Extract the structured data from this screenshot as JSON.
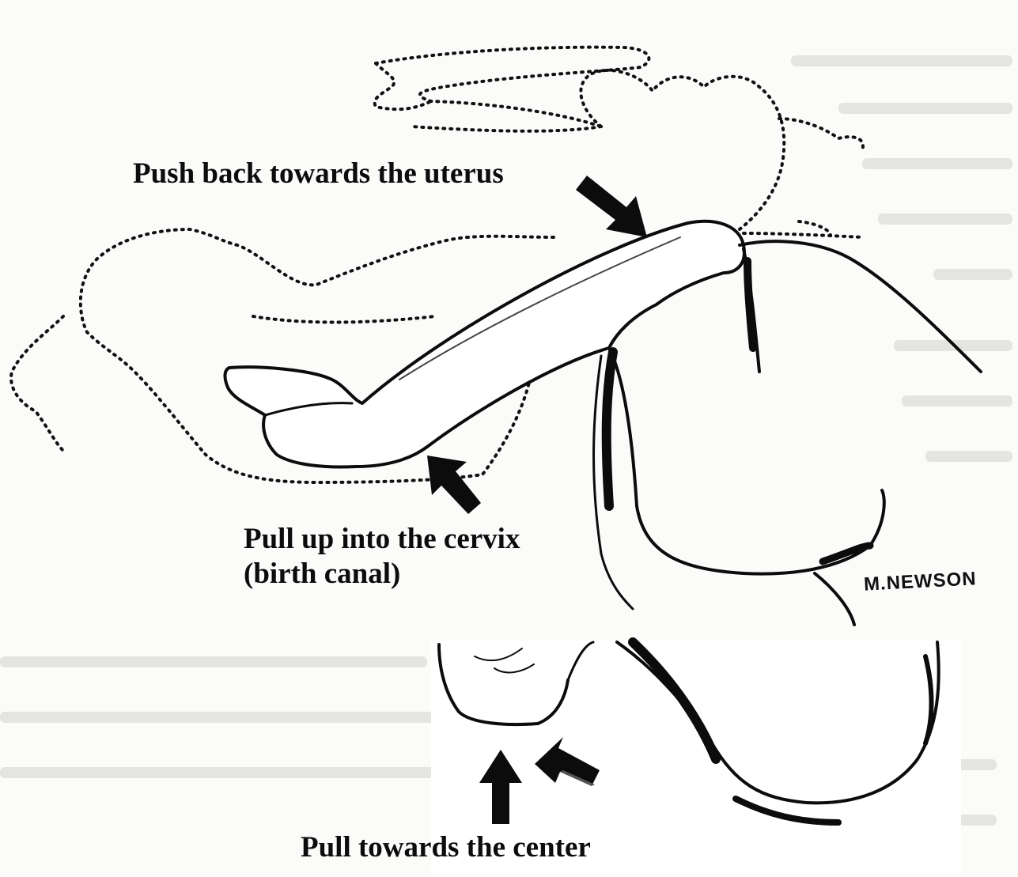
{
  "labels": {
    "push_back": "Push back towards the uterus",
    "pull_up_line1": "Pull up into the cervix",
    "pull_up_line2": "(birth canal)",
    "pull_center": "Pull towards the center"
  },
  "signature": "M.NEWSON",
  "colors": {
    "ink": "#0c0c0c",
    "paper": "#fbfbfa",
    "ghost_text": "#dcdcd8"
  }
}
